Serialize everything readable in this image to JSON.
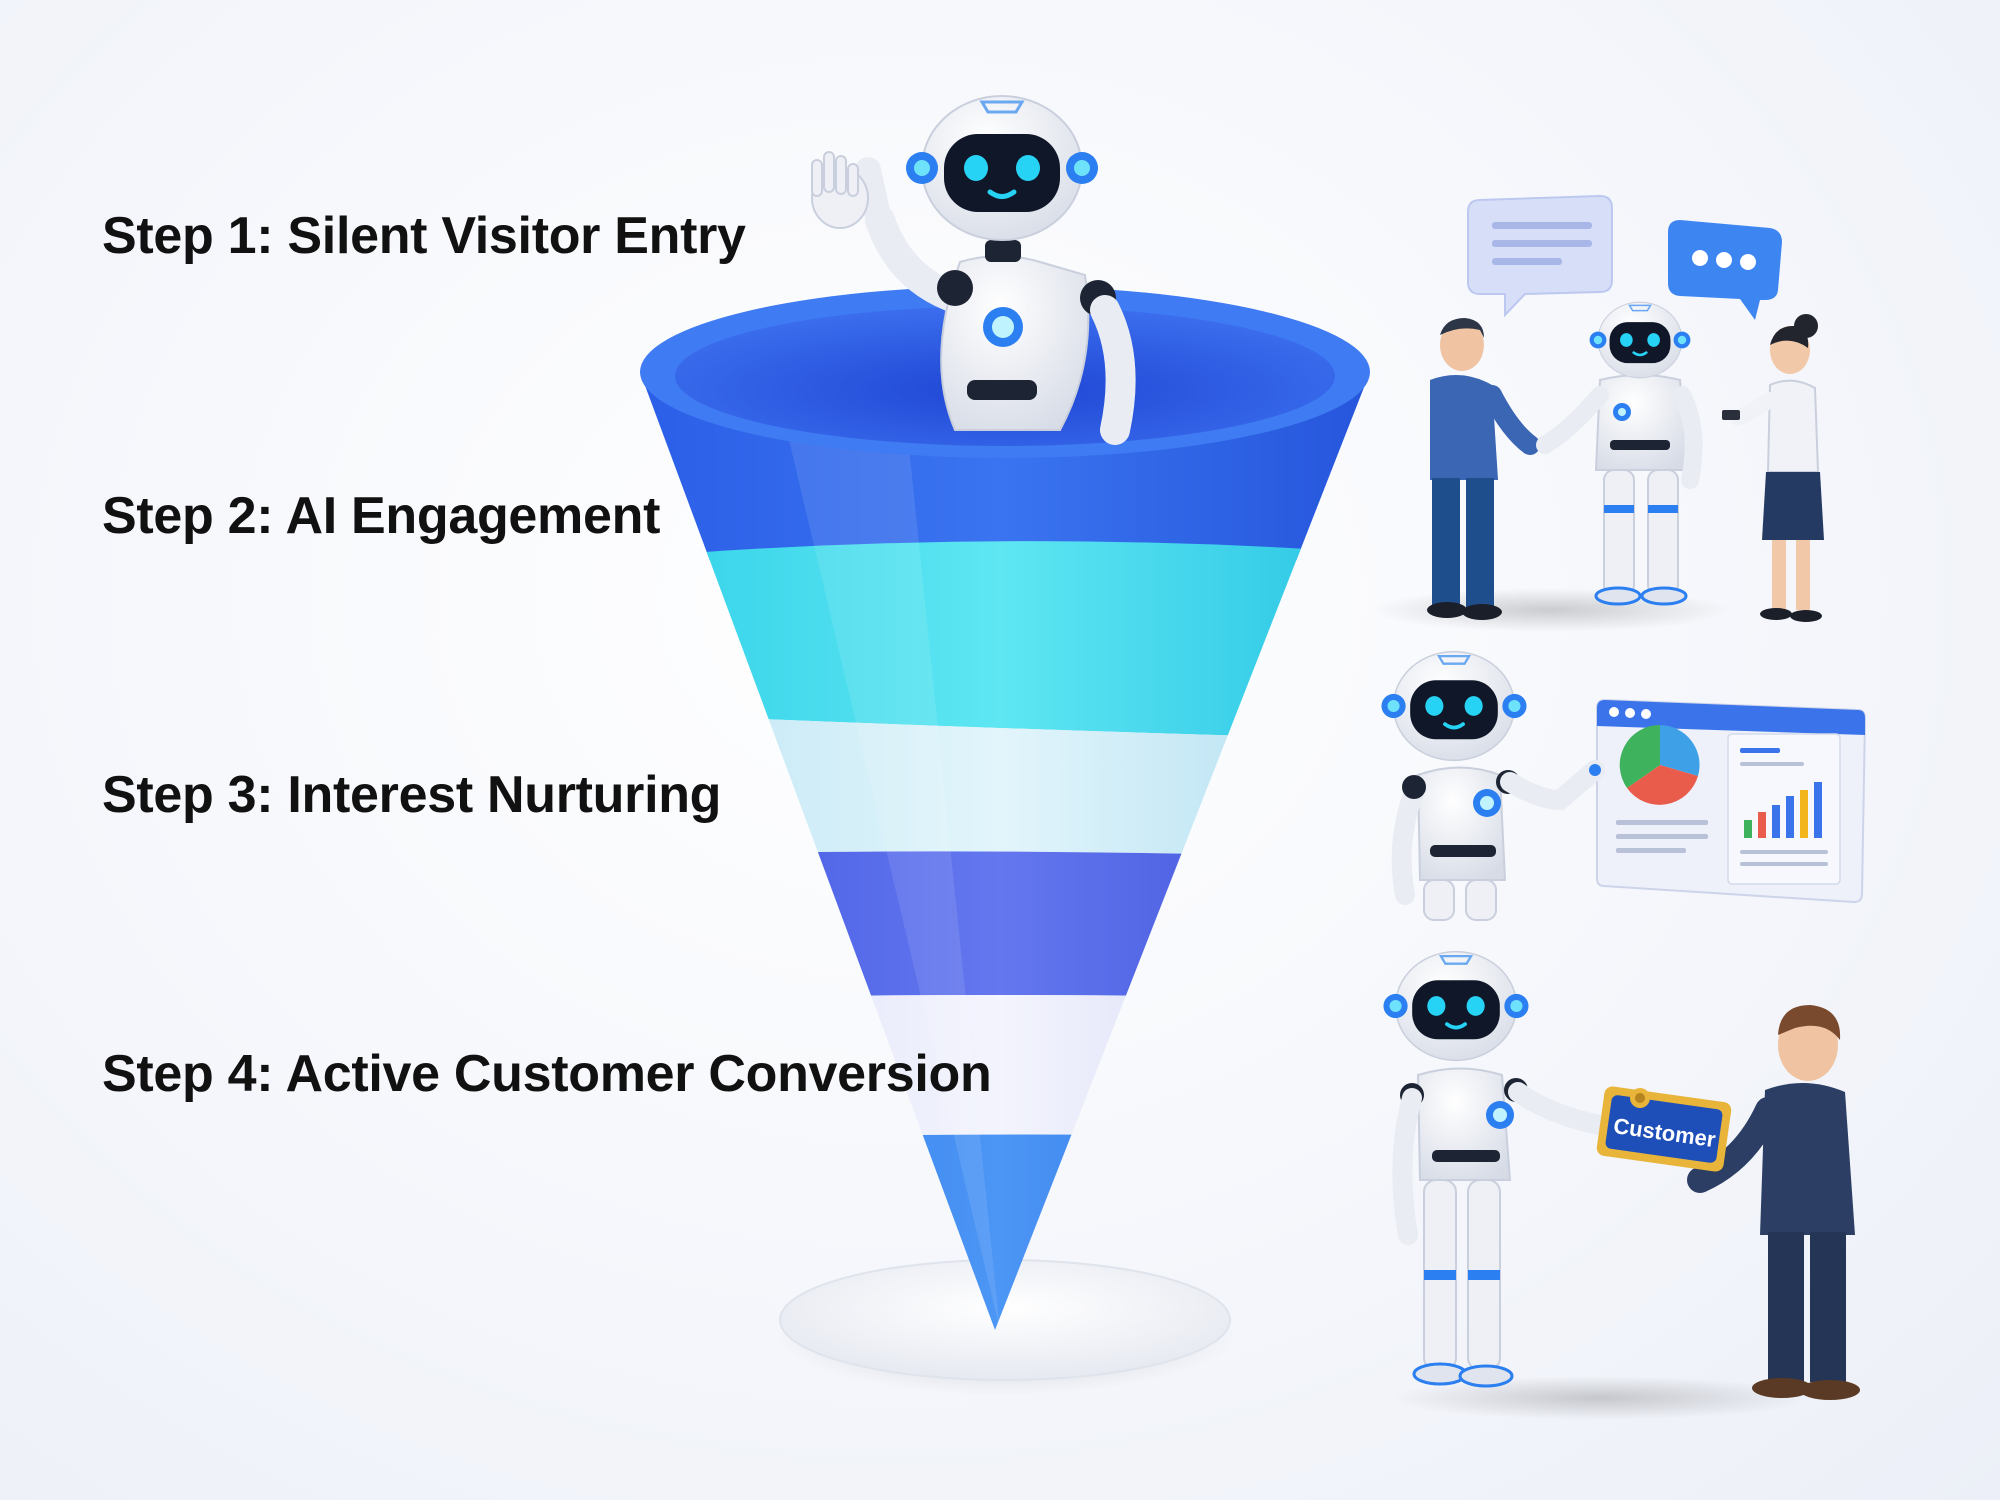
{
  "steps": [
    {
      "label": "Step 1: Silent Visitor Entry"
    },
    {
      "label": "Step 2: AI Engagement"
    },
    {
      "label": "Step 3: Interest Nurturing"
    },
    {
      "label": "Step 4: Active Customer Conversion"
    }
  ],
  "badge": {
    "label": "Customer"
  },
  "icons": {
    "funnel": "funnel-icon",
    "robot": "robot-icon",
    "chat": "chat-bubble-icon",
    "dashboard": "dashboard-icon",
    "badge": "customer-badge-icon"
  },
  "colors": {
    "funnel_top": "#2d63e6",
    "funnel_cyan": "#33d6ec",
    "funnel_pale": "#bfe9f6",
    "funnel_indigo": "#4a63e8",
    "funnel_lavender": "#dfe3fb",
    "funnel_tip": "#2e78ee",
    "robot_glow": "#22c7f0"
  }
}
